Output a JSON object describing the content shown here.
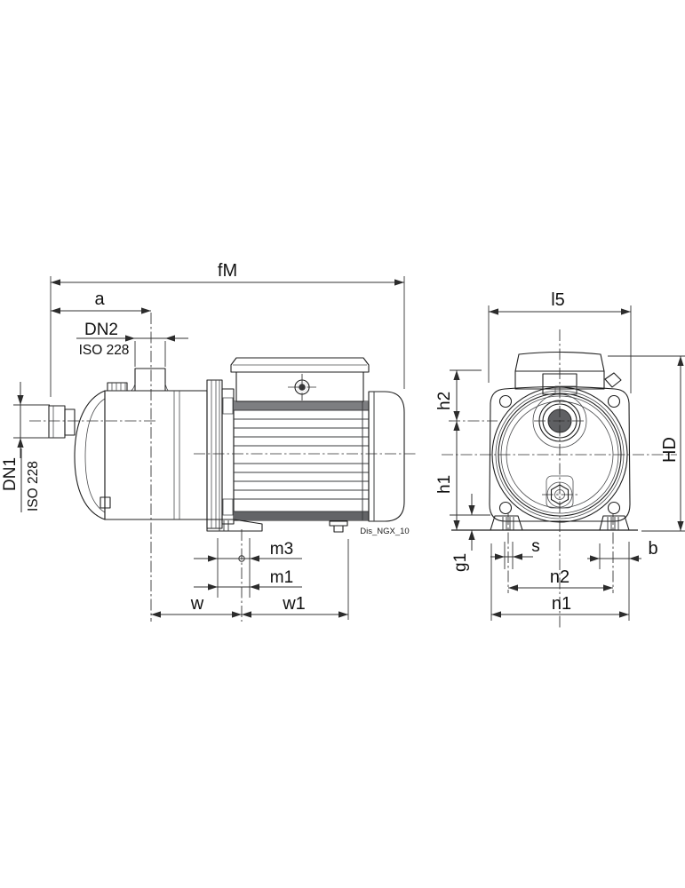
{
  "drawing": {
    "side_view": {
      "fM": "fM",
      "a": "a",
      "dn2": "DN2",
      "dn2_standard": "ISO 228",
      "dn1": "DN1",
      "dn1_standard": "ISO 228",
      "m3": "m3",
      "m1": "m1",
      "w": "w",
      "w1": "w1",
      "code": "Dis_NGX_10"
    },
    "front_view": {
      "l5": "l5",
      "h2": "h2",
      "h1": "h1",
      "hd": "HD",
      "g1": "g1",
      "s": "s",
      "b": "b",
      "n2": "n2",
      "n1": "n1"
    }
  }
}
